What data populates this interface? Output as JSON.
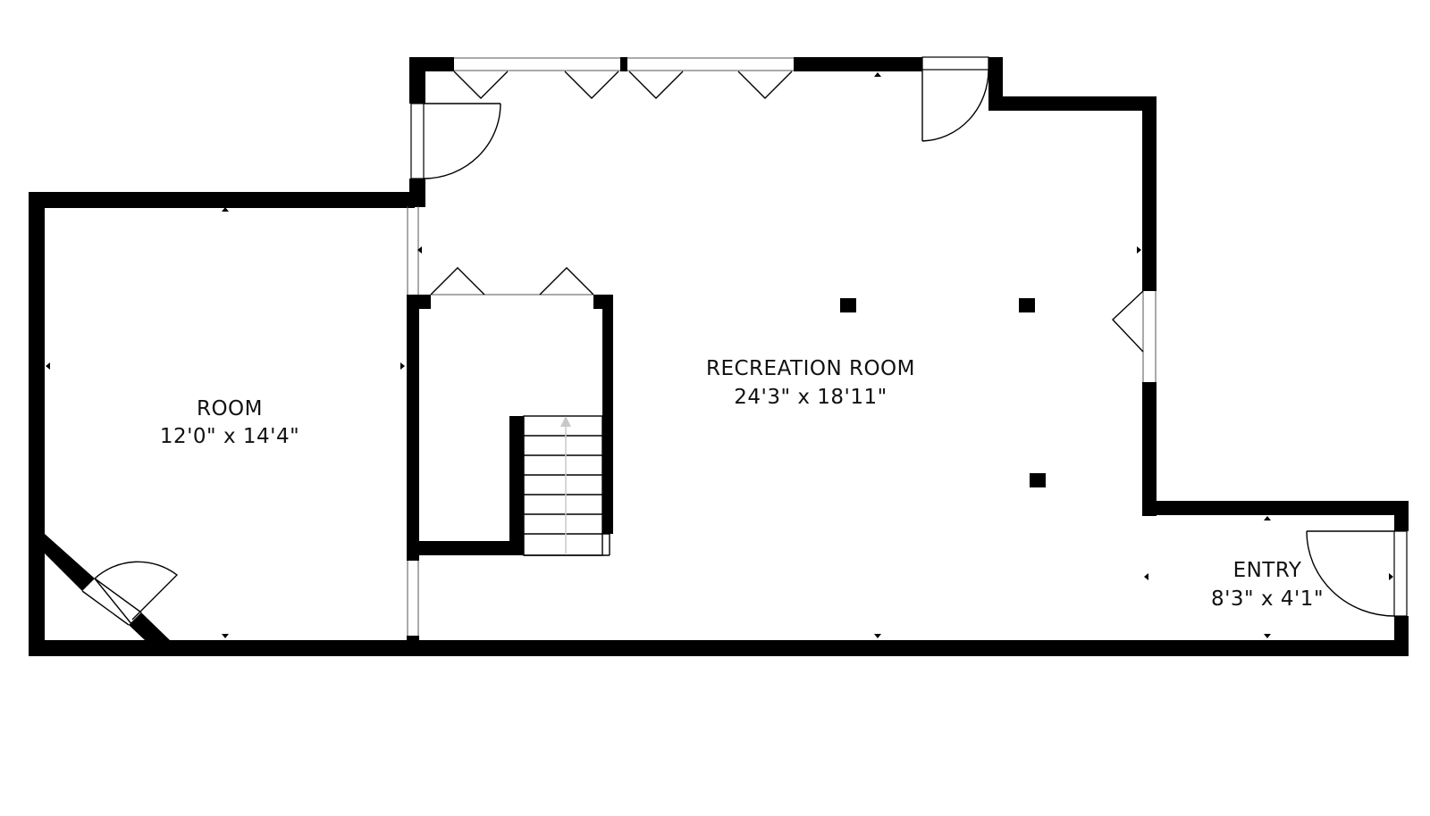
{
  "floor_plan": {
    "rooms": [
      {
        "id": "room",
        "name": "ROOM",
        "dimensions": "12'0\" x 14'4\""
      },
      {
        "id": "recreation-room",
        "name": "RECREATION ROOM",
        "dimensions": "24'3\" x 18'11\""
      },
      {
        "id": "entry",
        "name": "ENTRY",
        "dimensions": "8'3\" x 4'1\""
      }
    ]
  },
  "colors": {
    "wall": "#000000",
    "background": "#ffffff",
    "stair_arrow": "#c8c8c8"
  }
}
